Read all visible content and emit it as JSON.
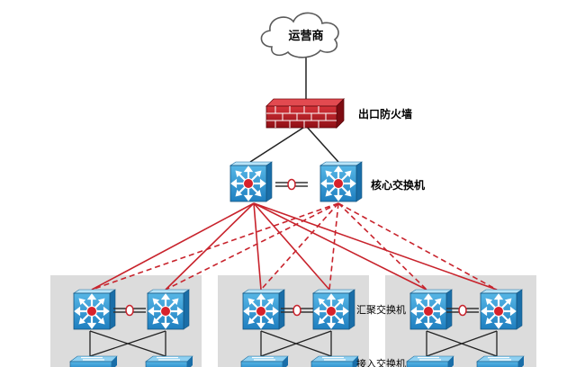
{
  "nodes": {
    "isp": {
      "label": "运营商"
    },
    "firewall": {
      "label": "出口防火墙"
    },
    "core": {
      "label": "核心交换机"
    },
    "aggregation": {
      "label": "汇聚交换机"
    },
    "access": {
      "label": "接入交换机"
    }
  },
  "colors": {
    "uplink_red": "#c8232c",
    "switch_blue_light": "#4fb2e0",
    "switch_blue_dark": "#1c79b8",
    "firewall_red": "#b3141c",
    "zone_gray": "#dcdcdc",
    "cloud_stroke": "#5a5a5a"
  },
  "icons": {
    "cloud": "cloud-icon",
    "firewall": "firewall-icon",
    "switch": "layer3-switch-icon",
    "access_switch": "access-switch-icon",
    "stack_link": "stack-link-icon"
  }
}
